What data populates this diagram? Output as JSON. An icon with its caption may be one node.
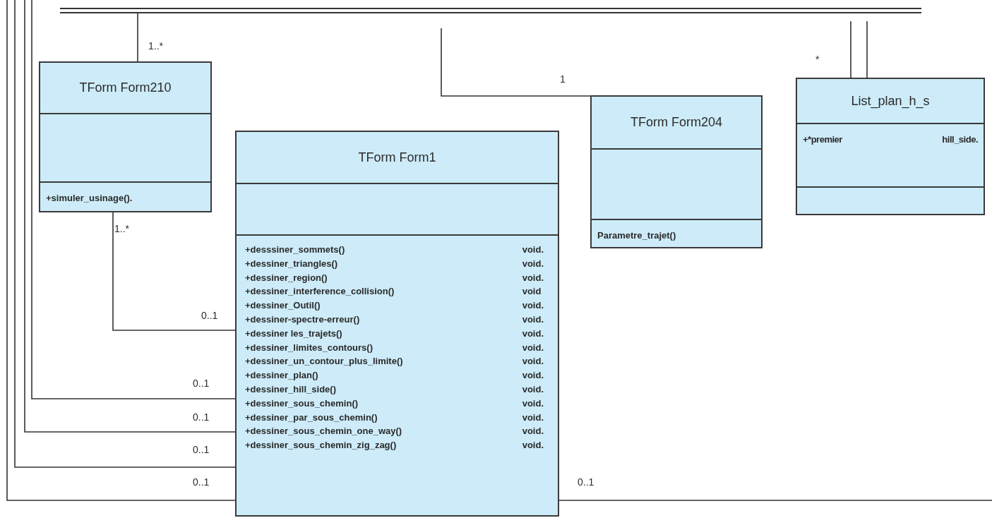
{
  "diagram": {
    "nodes": [
      {
        "text": [
          "TForm Form210",
          "+simuler_usinage()."
        ]
      },
      {
        "text": [
          "TForm Form1",
          "+desssiner_sommets()",
          "void.",
          "+dessiner_triangles()",
          "void.",
          "+dessiner_region()",
          "void.",
          "+dessiner_interference_collision()",
          "void",
          "+dessiner_Outil()",
          "void.",
          "+dessiner-spectre-erreur()",
          "void.",
          "+dessiner les_trajets()",
          "void.",
          "+dessiner_limites_contours()",
          "void.",
          "+dessiner_un_contour_plus_limite()",
          "void.",
          "+dessiner_plan()",
          "void.",
          "+dessiner_hill_side()",
          "void.",
          "+dessiner_sous_chemin()",
          "void.",
          "+dessiner_par_sous_chemin()",
          "void.",
          "+dessiner_sous_chemin_one_way()",
          "void.",
          "+dessiner_sous_chemin_zig_zag()",
          "void."
        ]
      },
      {
        "text": [
          "TForm Form204",
          "Parametre_trajet()"
        ]
      },
      {
        "text": [
          "List_plan_h_s",
          "+*premier",
          "hill_side."
        ]
      }
    ],
    "edges": [
      {
        "from": null,
        "to": 0,
        "arrow": "none"
      },
      {
        "from": null,
        "to": 3,
        "arrow": "none"
      },
      {
        "from": null,
        "to": 3,
        "arrow": "none"
      },
      {
        "from": null,
        "to": 2,
        "arrow": "none"
      },
      {
        "from": 0,
        "to": 1,
        "arrow": "none"
      },
      {
        "from": null,
        "to": 1,
        "arrow": "none"
      },
      {
        "from": null,
        "to": 1,
        "arrow": "none"
      },
      {
        "from": null,
        "to": 1,
        "arrow": "none"
      },
      {
        "from": null,
        "to": 1,
        "arrow": "none"
      },
      {
        "from": 1,
        "to": null,
        "arrow": "none"
      }
    ],
    "labels": [
      "1..*",
      "*",
      "1",
      "1..*",
      "0..1",
      "0..1",
      "0..1",
      "0..1",
      "0..1",
      "0..1"
    ]
  }
}
